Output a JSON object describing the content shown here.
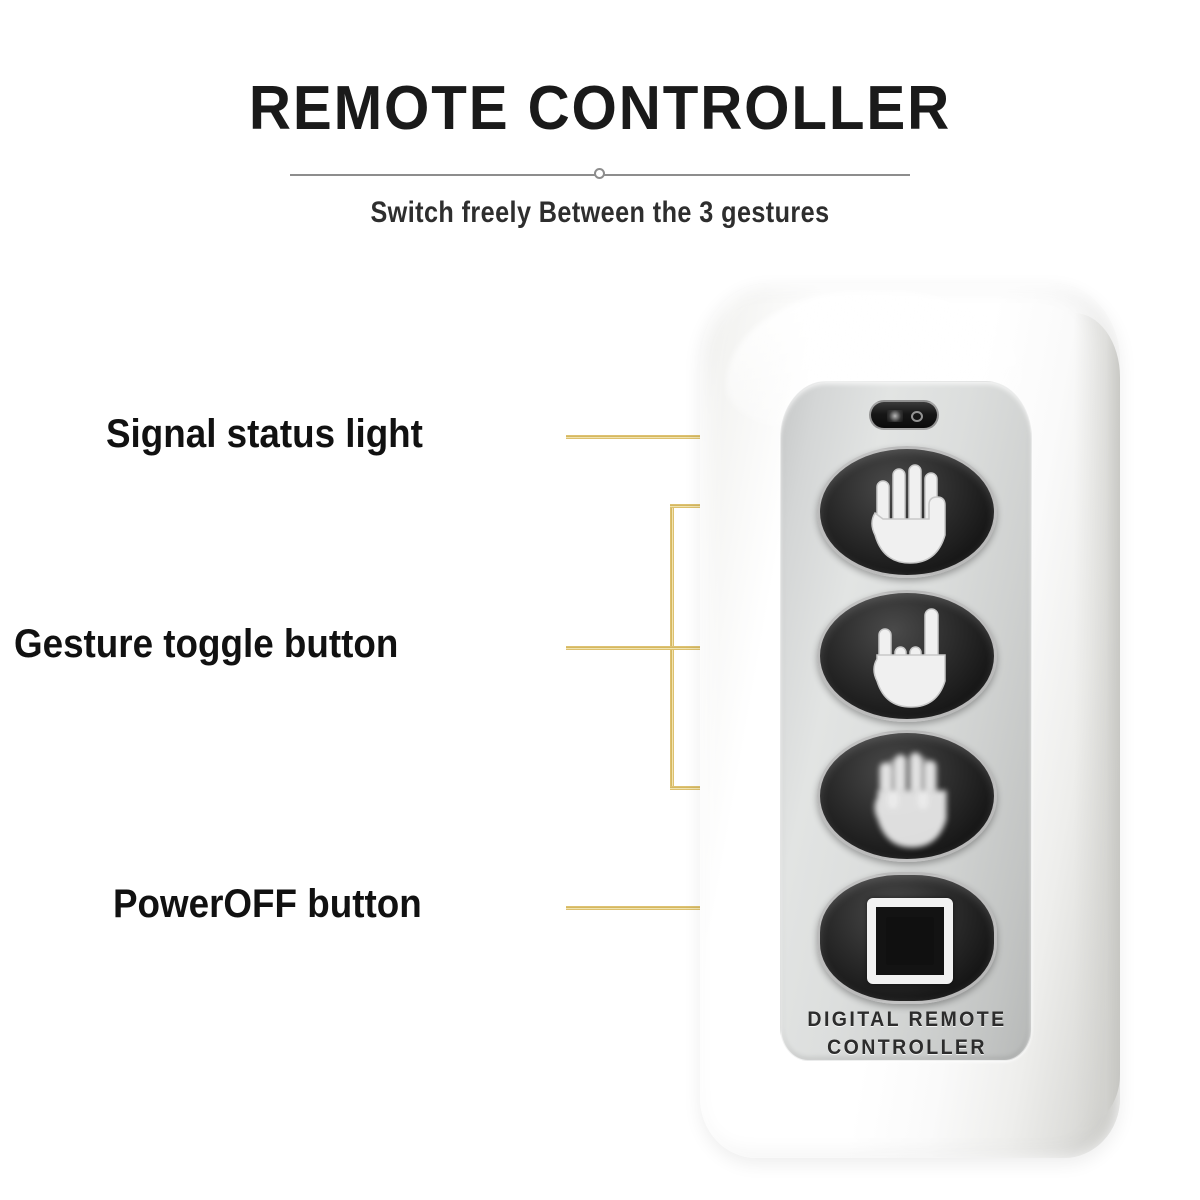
{
  "header": {
    "title": "REMOTE CONTROLLER",
    "subtitle": "Switch freely Between the 3 gestures",
    "divider_color": "#8d8d8d"
  },
  "callouts": [
    {
      "id": "signal",
      "label": "Signal status light",
      "target": "signal-status-led"
    },
    {
      "id": "gesture",
      "label": "Gesture toggle button",
      "target": "gesture-buttons"
    },
    {
      "id": "power",
      "label": "PowerOFF button",
      "target": "power-off-button"
    }
  ],
  "leader_line": {
    "color": "#d3ae4d",
    "highlight": "#f7eec4",
    "tip_color": "#ffc61a"
  },
  "device": {
    "brand_line_1": "DIGITAL REMOTE",
    "brand_line_2": "CONTROLLER",
    "body_color": "#ffffff",
    "panel_color": "#d6d8d7",
    "button_color": "#1a1a1a",
    "indicator": {
      "name": "signal-status-led",
      "shape": "pill",
      "color": "#0b0b0b"
    },
    "buttons": [
      {
        "name": "gesture-palm-button",
        "icon": "open-palm-hand-icon",
        "gesture": "open palm"
      },
      {
        "name": "gesture-two-finger-button",
        "icon": "two-finger-hand-icon",
        "gesture": "two fingers"
      },
      {
        "name": "gesture-wave-button",
        "icon": "waving-hand-icon",
        "gesture": "wave (motion blur)"
      },
      {
        "name": "power-off-button",
        "icon": "stop-square-icon",
        "gesture": "power off"
      }
    ]
  }
}
